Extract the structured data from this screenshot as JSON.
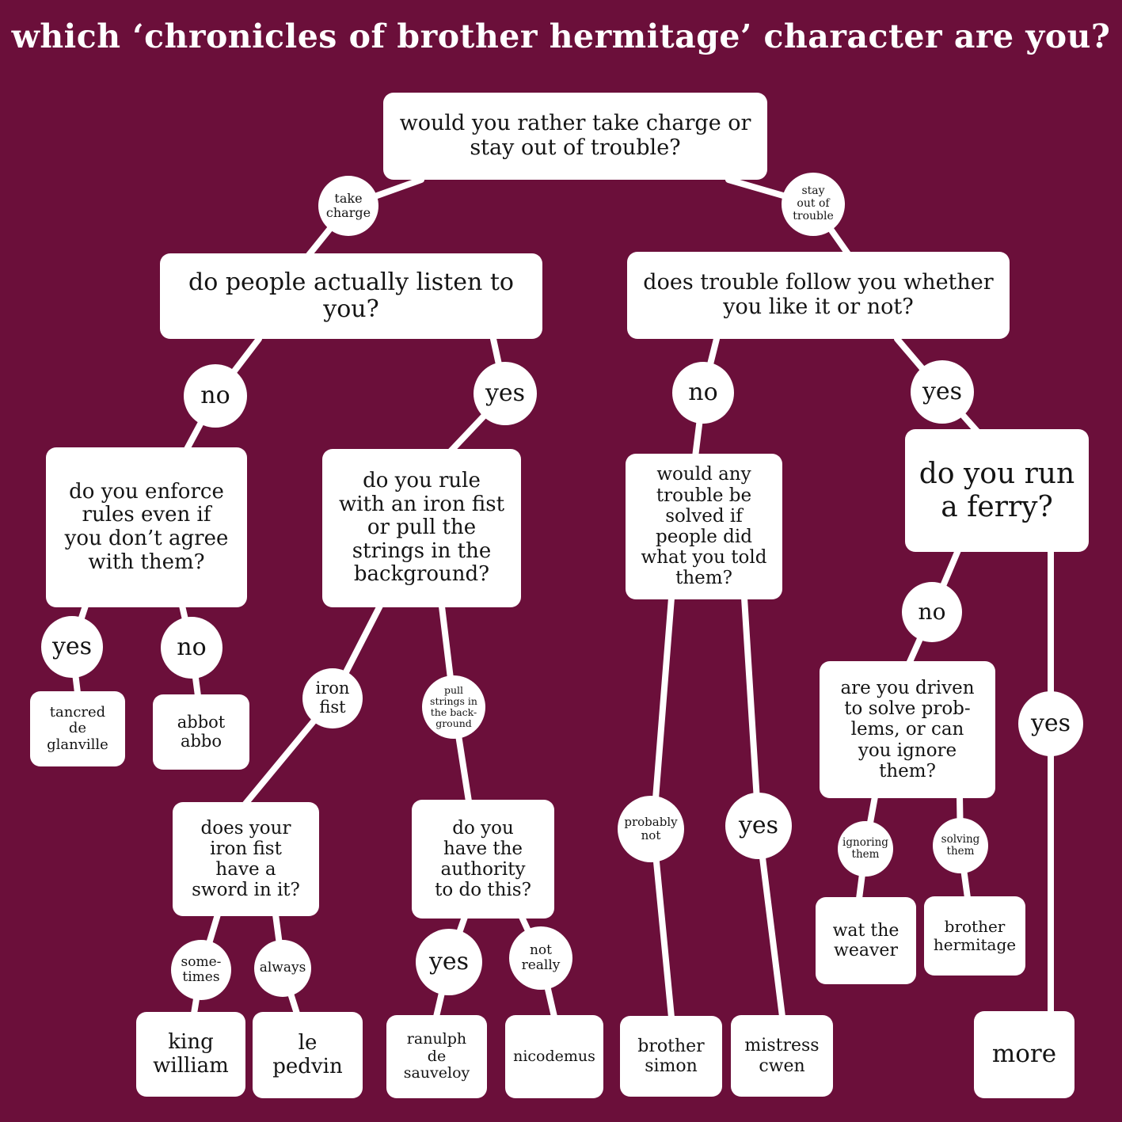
{
  "title": "which ‘chronicles of brother hermitage’ character are you?",
  "colors": {
    "background": "#6b0f3a",
    "node_fill": "#ffffff",
    "node_text": "#141414",
    "line": "#ffffff",
    "title_text": "#ffffff"
  },
  "nodes": {
    "root": "would you rather take charge or\nstay out of trouble?",
    "take_charge": "take\ncharge",
    "stay_out": "stay\nout of\ntrouble",
    "listen": "do people actually listen to\nyou?",
    "listen_no": "no",
    "listen_yes": "yes",
    "trouble": "does trouble follow you whether\nyou like it or not?",
    "trouble_no": "no",
    "trouble_yes": "yes",
    "enforce": "do you enforce\nrules even if\nyou don’t agree\nwith them?",
    "enforce_yes": "yes",
    "enforce_no": "no",
    "tancred": "tancred\nde\nglanville",
    "abbo": "abbot\nabbo",
    "iron_question": "do you rule\nwith an iron fist\nor pull the\nstrings in the\nbackground?",
    "iron_fist": "iron\nfist",
    "pull_strings": "pull\nstrings in\nthe back-\nground",
    "sword": "does your\niron fist\nhave a\nsword in it?",
    "sometimes": "some-\ntimes",
    "always": "always",
    "king_william": "king\nwilliam",
    "le_pedvin": "le\npedvin",
    "authority": "do you\nhave the\nauthority\nto do this?",
    "authority_yes": "yes",
    "not_really": "not\nreally",
    "ranulph": "ranulph\nde\nsauveloy",
    "nicodemus": "nicodemus",
    "would_any": "would any\ntrouble be\nsolved if\npeople did\nwhat you told\nthem?",
    "probably_not": "probably\nnot",
    "would_any_yes": "yes",
    "brother_simon": "brother\nsimon",
    "mistress_cwen": "mistress\ncwen",
    "ferry": "do you run\na ferry?",
    "ferry_no": "no",
    "ferry_yes": "yes",
    "driven": "are you driven\nto solve prob-\nlems, or can\nyou ignore\nthem?",
    "ignoring_them": "ignoring\nthem",
    "solving_them": "solving\nthem",
    "wat_weaver": "wat the\nweaver",
    "brother_hermitage": "brother\nhermitage",
    "more": "more"
  }
}
